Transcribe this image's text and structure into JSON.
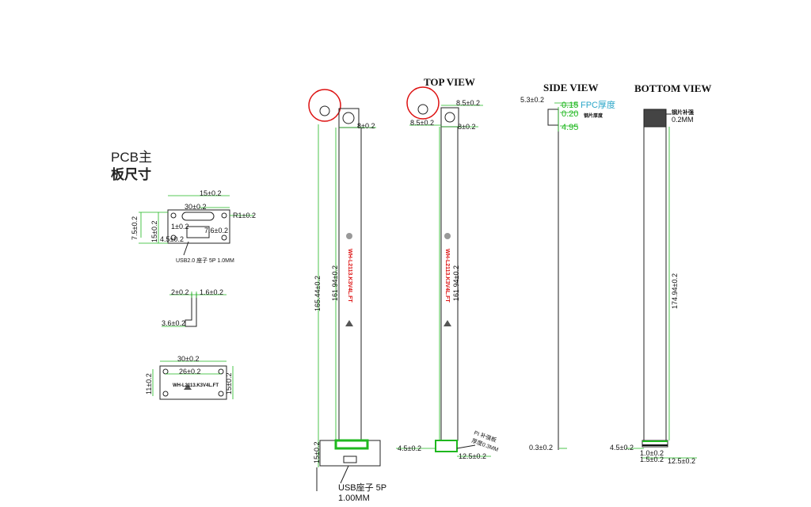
{
  "views": {
    "top": "TOP VIEW",
    "side": "SIDE VIEW",
    "bottom": "BOTTOM VIEW"
  },
  "pcb": {
    "title_line1": "PCB主",
    "title_line2": "板尺寸",
    "board_top": {
      "w15": "15±0.2",
      "w30": "30±0.2",
      "r1": "R1±0.2",
      "h7_5": "7.5±0.2",
      "h15": "15±0.2",
      "d1": "1±0.2",
      "d7_6": "7.6±0.2",
      "d4_5": "4.5±0.2",
      "usb_note": "USB2.0 座子 5P 1.0MM"
    },
    "side_detail": {
      "d2": "2±0.2",
      "d1_6": "1.6±0.2",
      "d3_6": "3.6±0.2"
    },
    "board_bottom": {
      "w30": "30±0.2",
      "w26": "26±0.2",
      "h11": "11±0.2",
      "h15": "15±0.2",
      "marking": "WH-L2113.K3V4L.FT"
    }
  },
  "view1": {
    "dim_total": "165.44±0.2",
    "dim_cable": "161.94±0.2",
    "dim_w8": "8±0.2",
    "dim_bottom": "15±0.2",
    "marking": "WH-L2113.K3V4L.FT",
    "usb_label": "USB座子 5P",
    "usb_pitch": "1.00MM"
  },
  "top_view": {
    "dim_85a": "8.5±0.2",
    "dim_85b": "8.5±0.2",
    "dim_w8": "8±0.2",
    "dim_cable": "161.94±0.2",
    "dim_45": "4.5±0.2",
    "dim_125": "12.5±0.2",
    "pi_note": "PI 补强板",
    "pi_thk": "厚度0.3MM",
    "stiff": "补强",
    "marking": "WH-L2113.K3V4L.FT"
  },
  "side_view": {
    "d53": "5.3±0.2",
    "d015": "0.15",
    "fpc_note": "FPC厚度",
    "d020": "0.20",
    "cu_note": "钢片厚度",
    "d495": "4.95",
    "d03": "0.3±0.2"
  },
  "bottom_view": {
    "steel": "钢片补强",
    "steel_thk": "0.2MM",
    "dim_cable": "174.94±0.2",
    "d45": "4.5±0.2",
    "d10": "1.0±0.2",
    "d15": "1.5±0.2",
    "d125": "12.5±0.2"
  }
}
